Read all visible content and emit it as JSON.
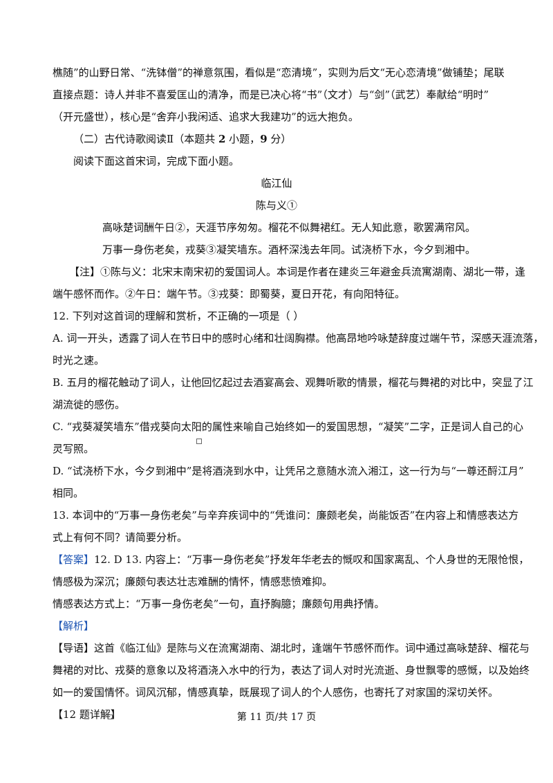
{
  "analysis_prev": [
    "樵随”的山野日常、“洗钵僧”的禅意氛围，看似是“恋清境”，实则为后文“无心恋清境”做铺垫；尾联",
    "直接点题：诗人并非不喜爱匡山的清净，而是已决心将“书”（文才）与“剑”（武艺）奉献给“明时”",
    "（开元盛世），核心是“舍弃小我闲适、追求大我建功”的远大抱负。"
  ],
  "section": {
    "prefix": "（二）古代诗歌阅读Ⅱ（本题共 ",
    "count": "2",
    "mid": " 小题，",
    "score": "9",
    "suffix": " 分）"
  },
  "instruction": "阅读下面这首宋词，完成下面小题。",
  "poem": {
    "title": "临江仙",
    "author": "陈与义①",
    "lines": [
      "高咏楚词酬午日②，天涯节序匆匆。榴花不似舞裙红。无人知此意，歌罢满帘风。",
      "万事一身伤老矣，戎葵③凝笑墙东。酒杯深浅去年同。试浇桥下水，今夕到湘中。"
    ]
  },
  "note": [
    "【注】①陈与义：北宋末南宋初的爱国词人。本词是作者在建炎三年避金兵流寓湖南、湖北一带，逢",
    "端午感怀而作。②午日：端午节。③戎葵：即蜀葵，夏日开花，有向阳特征。"
  ],
  "q12": {
    "stem": "12. 下列对这首词的理解和赏析，不正确的一项是（        ）",
    "options": [
      [
        "A. 词一开头，透露了词人在节日中的感时心绪和壮阔胸襟。他高昂地吟咏楚辞度过端午节，深感天涯流落，",
        "时光之速。"
      ],
      [
        "B. 五月的榴花触动了词人，让他回忆起过去酒宴高会、观舞听歌的情景，榴花与舞裙的对比中，突显了江",
        "湖流徙的感伤。"
      ],
      [
        "C. “戎葵凝笑墙东”借戎葵向太阳的属性来喻自己始终如一的爱国思想，“凝笑”二字，正是词人自己的心",
        "灵写照。"
      ],
      [
        "D. “试浇桥下水，今夕到湘中”是将酒浇到水中，让凭吊之意随水流入湘江，这一行为与“一尊还酹江月”",
        "相同。"
      ]
    ]
  },
  "q13": [
    "13. 本词中的“万事一身伤老矣”与辛弃疾词中的“凭谁问：廉颇老矣，尚能饭否”在内容上和情感表达方",
    "式上有何不同？请简要分析。"
  ],
  "answer": {
    "tag": "【答案】",
    "line1": "12. D        13. 内容上：“万事一身伤老矣”抒发年华老去的慨叹和国家离乱、个人身世的无限怆恨，",
    "line2": "情感极为深沉；廉颇句表达壮志难酬的情怀，情感悲愤难抑。",
    "line3": "情感表达方式上：“万事一身伤老矣”一句，直抒胸臆；廉颇句用典抒情。"
  },
  "explain_tag": "【解析】",
  "guide": [
    "【导语】这首《临江仙》是陈与义在流寓湖南、湖北时，逢端午节感怀而作。词中通过高咏楚辞、榴花与",
    "舞裙的对比、戎葵的意象以及将酒浇入水中的行为，表达了词人对时光流逝、身世飘零的感慨，以及始终",
    "如一的爱国情怀。词风沉郁，情感真挚，既展现了词人的个人感伤，也寄托了对家国的深切关怀。"
  ],
  "detail12": "【12 题详解】",
  "footer": "第  11 页/共  17 页",
  "colors": {
    "accent_blue": "#1f56b4",
    "text": "#111111"
  }
}
